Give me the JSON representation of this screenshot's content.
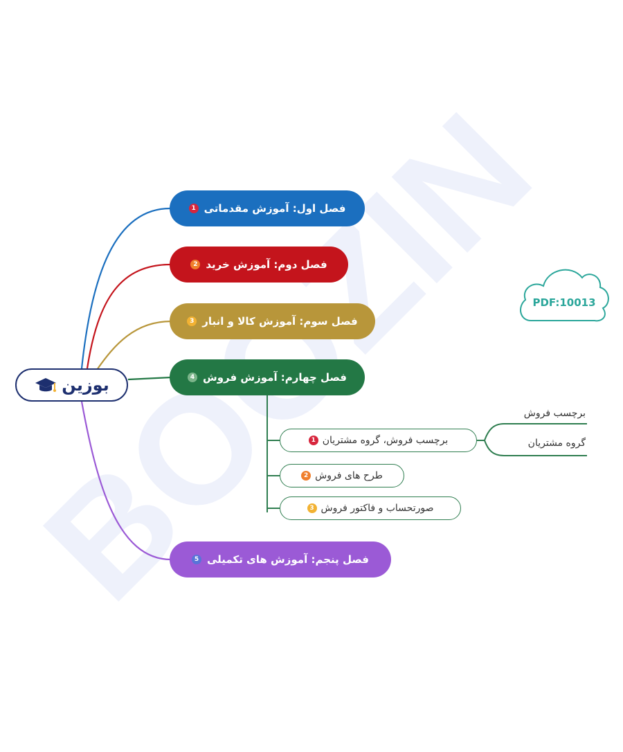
{
  "logo": {
    "text": "بوزین",
    "hat_icon": "graduation-cap-icon"
  },
  "chapters": [
    {
      "label": "فصل اول: آموزش مقدماتی",
      "number": "1",
      "color": "#1b6fbf",
      "badge_color": "#d7263d"
    },
    {
      "label": "فصل دوم: آموزش خرید",
      "number": "2",
      "color": "#c4141c",
      "badge_color": "#f07f2c"
    },
    {
      "label": "فصل سوم: آموزش کالا و انبار",
      "number": "3",
      "color": "#b8963a",
      "badge_color": "#f2b233"
    },
    {
      "label": "فصل چهارم: آموزش فروش",
      "number": "4",
      "color": "#237845",
      "badge_color": "#7bb48a"
    },
    {
      "label": "فصل پنجم: آموزش های تکمیلی",
      "number": "5",
      "color": "#9b5ad6",
      "badge_color": "#5874d8"
    }
  ],
  "sales_topics": [
    {
      "label": "برچسب فروش، گروه مشتریان",
      "number": "1",
      "badge_color": "#d7263d"
    },
    {
      "label": "طرح های فروش",
      "number": "2",
      "badge_color": "#f07f2c"
    },
    {
      "label": "صورتحساب و فاکتور فروش",
      "number": "3",
      "badge_color": "#f2b233"
    }
  ],
  "topic1_details": [
    {
      "label": "برچسب فروش"
    },
    {
      "label": "گروه مشتریان"
    }
  ],
  "cloud": {
    "label": "PDF:10013",
    "color": "#2aa69a"
  },
  "watermark": {
    "text": "BOOZIN",
    "color": "#eef1fb"
  }
}
